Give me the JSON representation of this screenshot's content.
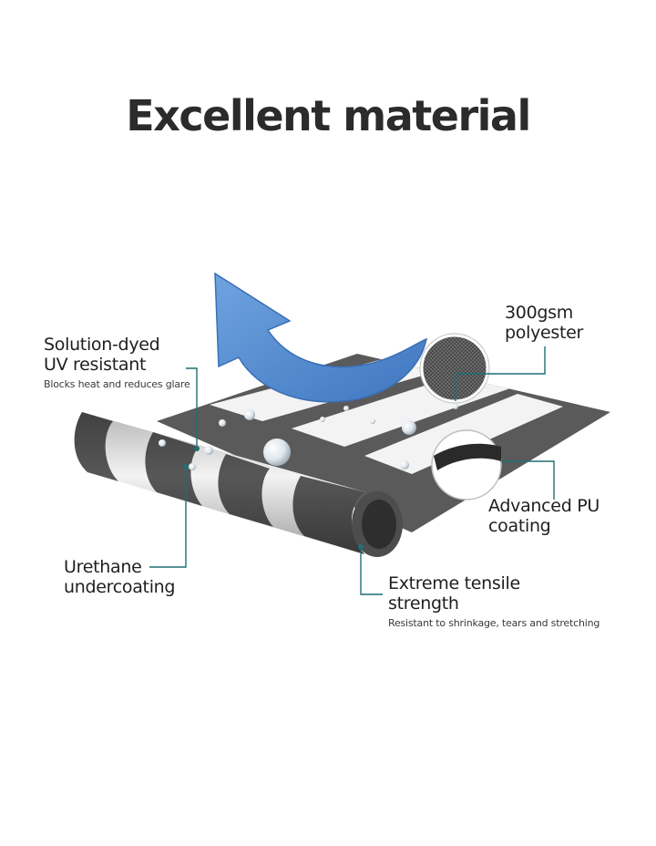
{
  "title": "Excellent material",
  "callouts": {
    "uv": {
      "line1": "Solution-dyed",
      "line2": "UV resistant",
      "sub": "Blocks heat and reduces glare"
    },
    "polyester": {
      "line1": "300gsm",
      "line2": "polyester"
    },
    "pu": {
      "line1": "Advanced PU",
      "line2": "coating"
    },
    "urethane": {
      "line1": "Urethane",
      "line2": "undercoating"
    },
    "tensile": {
      "line1": "Extreme tensile",
      "line2": "strength",
      "sub": "Resistant to shrinkage, tears and stretching"
    }
  },
  "colors": {
    "stripe_dark": "#555555",
    "stripe_light": "#f2f2f2",
    "arrow_blue": "#5b8fd1",
    "leader_teal": "#1f6f73"
  }
}
